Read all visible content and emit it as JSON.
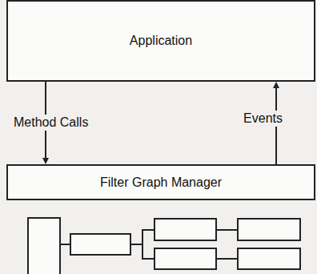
{
  "diagram": {
    "nodes": [
      {
        "text": [
          "Application"
        ]
      },
      {
        "text": [
          "Filter Graph Manager"
        ]
      }
    ],
    "edges": [
      {
        "from": 0,
        "to": 1,
        "arrow": "to",
        "label": "Method Calls"
      },
      {
        "from": 1,
        "to": 0,
        "arrow": "to",
        "label": "Events"
      }
    ]
  }
}
